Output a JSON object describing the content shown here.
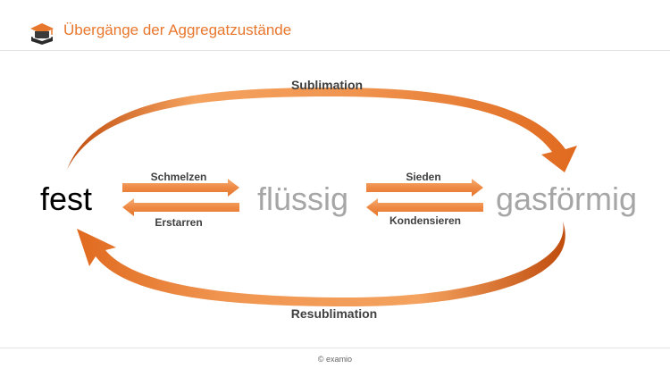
{
  "header": {
    "title": "Übergänge der Aggregatzustände",
    "logo_icon": "graduation-cap-book-icon"
  },
  "diagram": {
    "states": {
      "solid": "fest",
      "liquid": "flüssig",
      "gas": "gasförmig"
    },
    "transitions": {
      "sublimation": "Sublimation",
      "resublimation": "Resublimation",
      "melting": "Schmelzen",
      "freezing": "Erstarren",
      "boiling": "Sieden",
      "condensing": "Kondensieren"
    },
    "colors": {
      "accent": "#e8772e",
      "solid_text": "#000000",
      "faded_text": "#a6a6a6",
      "label_text": "#404040"
    }
  },
  "footer": {
    "copyright": "© examio"
  }
}
